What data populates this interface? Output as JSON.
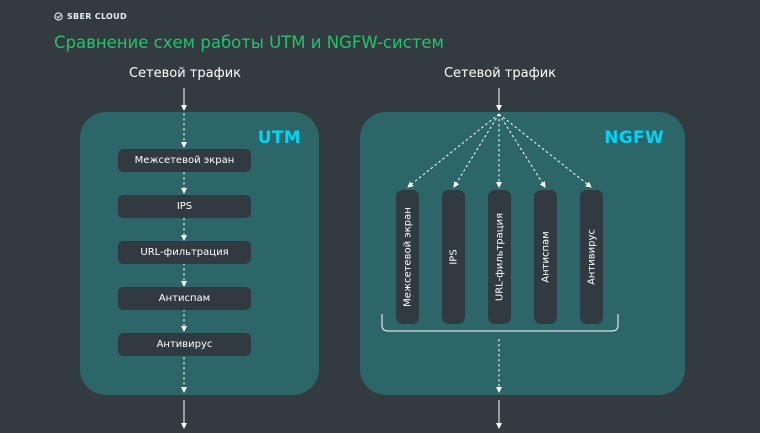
{
  "brand": {
    "name": "SBER CLOUD"
  },
  "title": "Сравнение схем работы UTM и NGFW-систем",
  "utm": {
    "input_label": "Сетевой трафик",
    "panel_title": "UTM",
    "steps": [
      "Межсетевой экран",
      "IPS",
      "URL-фильтрация",
      "Антиспам",
      "Антивирус"
    ]
  },
  "ngfw": {
    "input_label": "Сетевой трафик",
    "panel_title": "NGFW",
    "modules": [
      "Межсетевой экран",
      "IPS",
      "URL-фильтрация",
      "Антиспам",
      "Антивирус"
    ]
  },
  "colors": {
    "background": "#333b41",
    "panel": "#2c6669",
    "box": "#303a40",
    "title_green": "#21c36a",
    "panel_title_cyan": "#00d4f5"
  }
}
